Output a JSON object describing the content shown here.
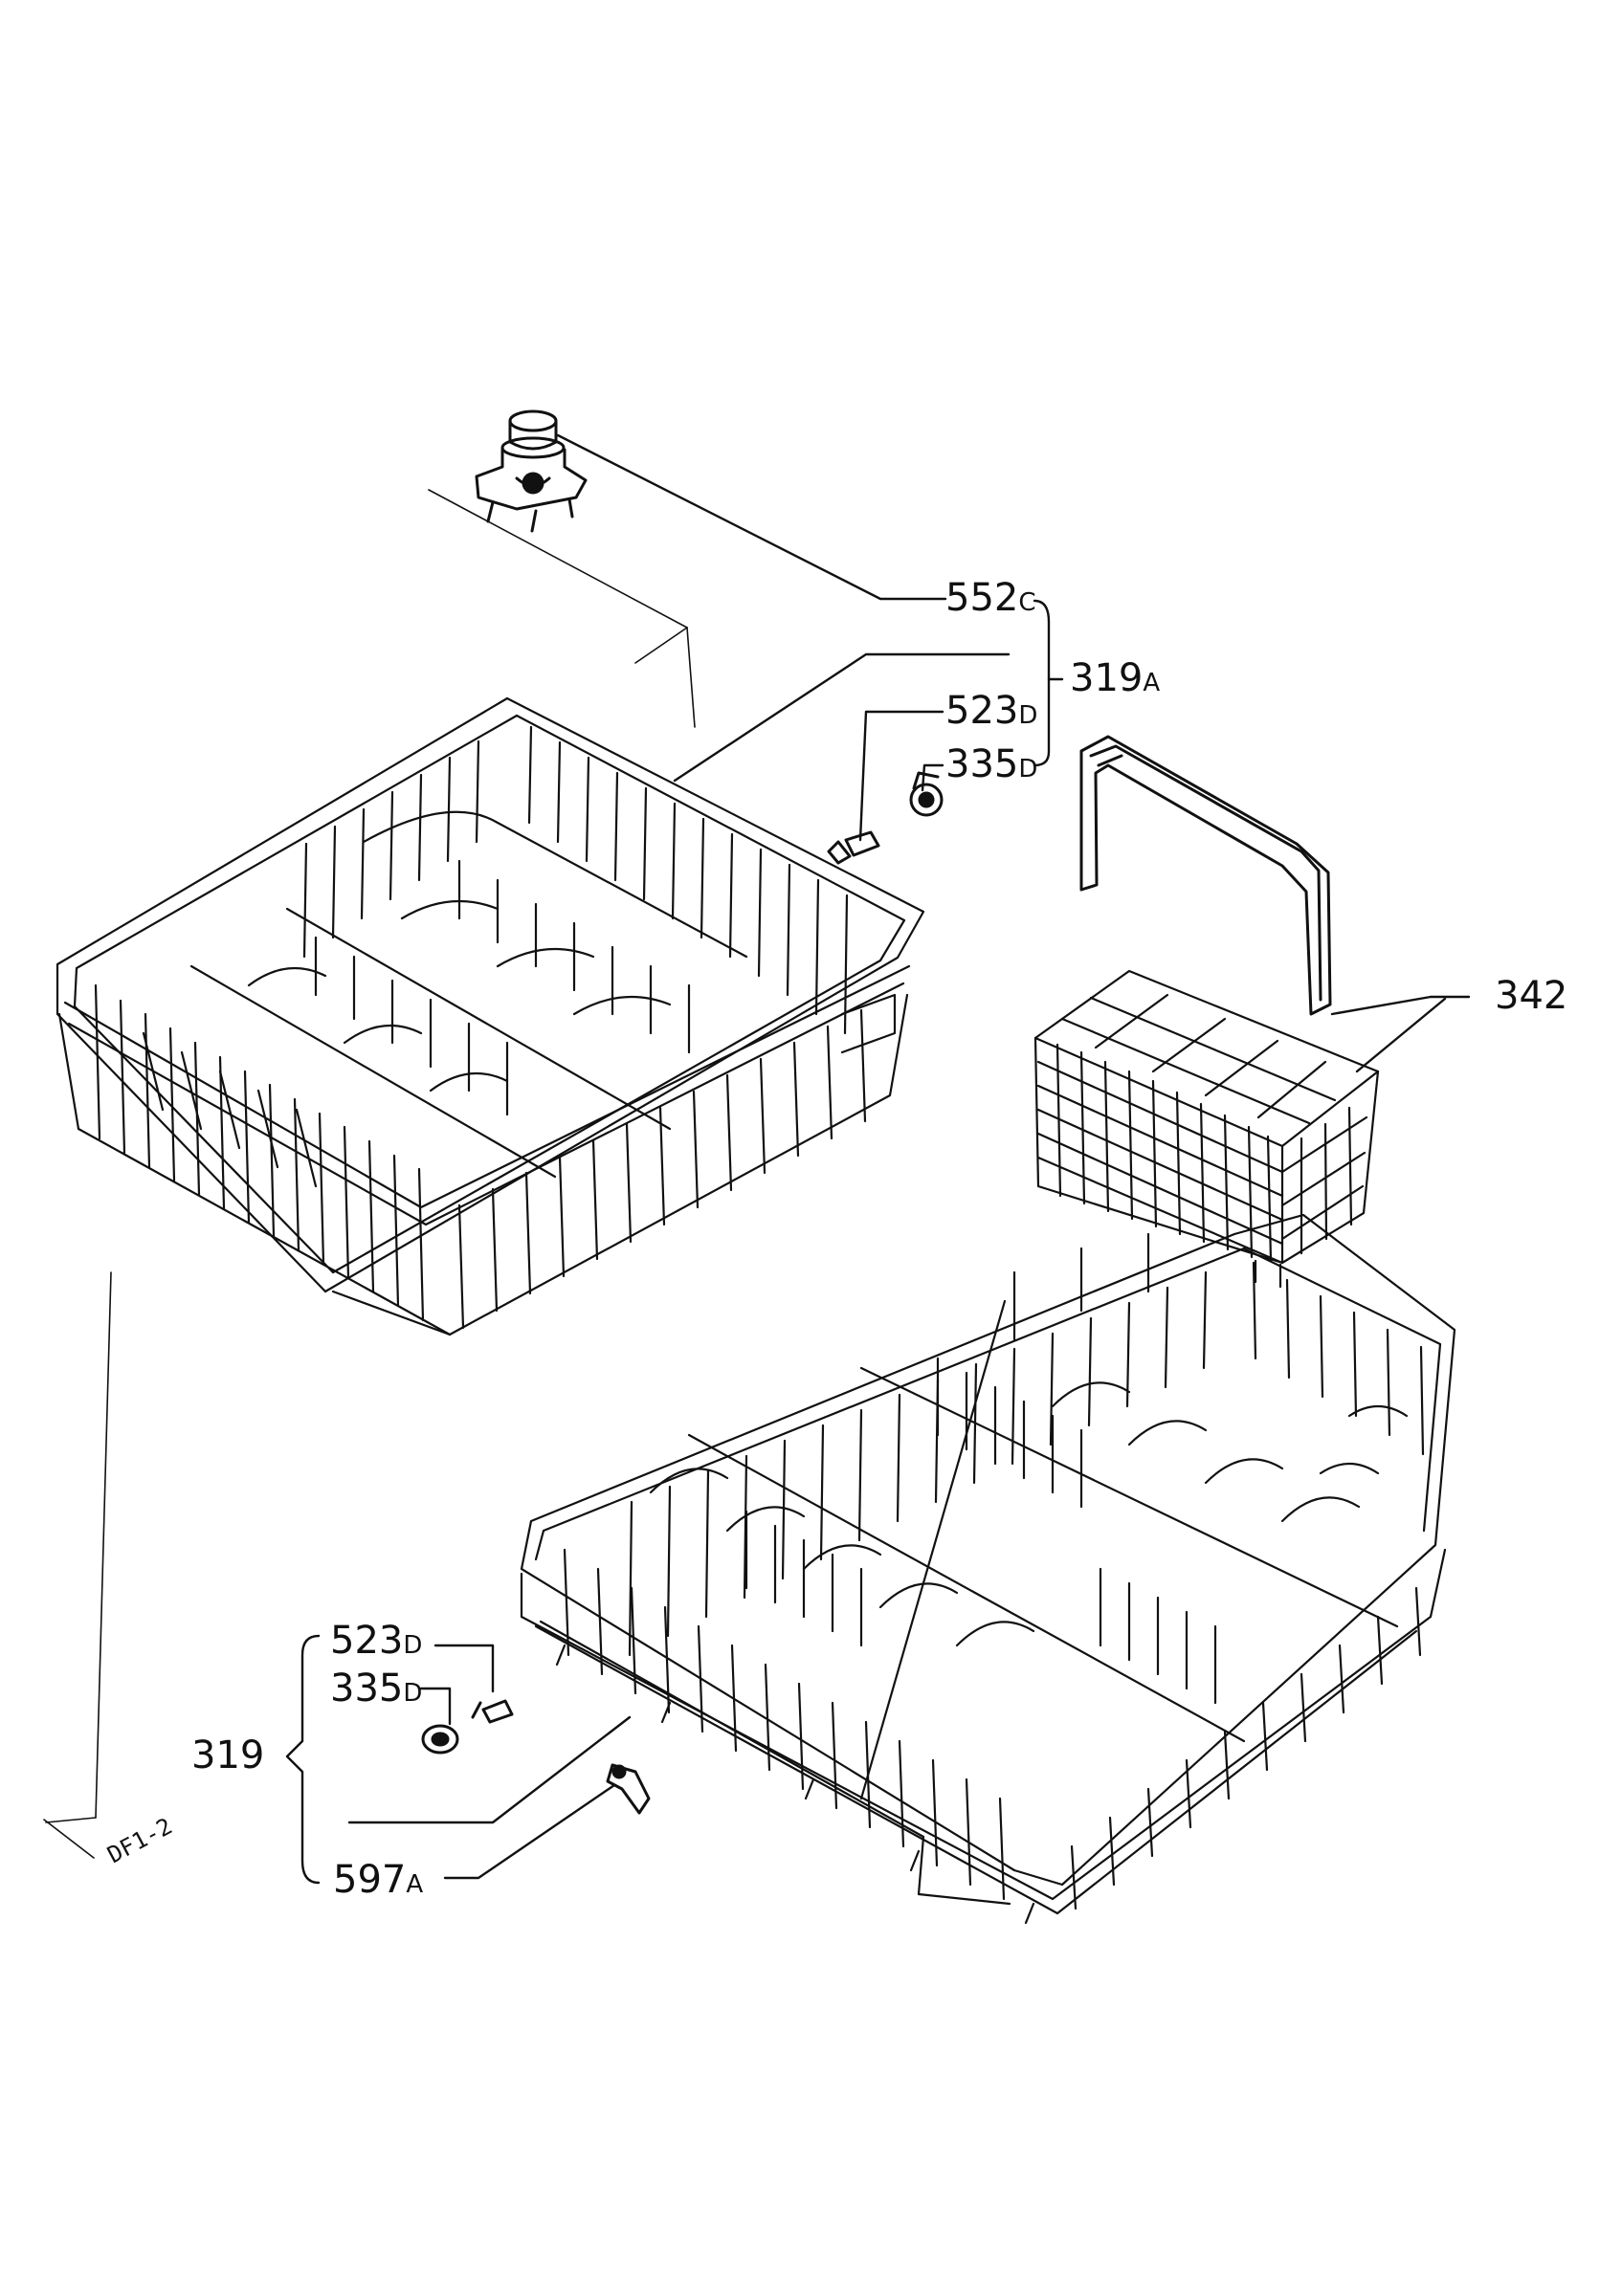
{
  "labels": {
    "p552": "552",
    "p552_suffix": "C",
    "p319A": "319",
    "p319A_suffix": "A",
    "p523_top": "523",
    "p523_top_suffix": "D",
    "p335_top": "335",
    "p335_top_suffix": "D",
    "p342": "342",
    "p523_bottom": "523",
    "p523_bottom_suffix": "D",
    "p335_bottom": "335",
    "p335_bottom_suffix": "D",
    "p319": "319",
    "p597": "597",
    "p597_suffix": "A",
    "corner_code": "DF1-2"
  },
  "colors": {
    "ink": "#111111",
    "paper": "#ffffff"
  }
}
